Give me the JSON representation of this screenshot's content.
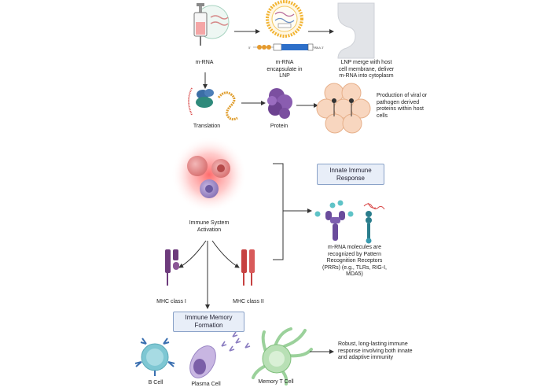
{
  "steps": {
    "mrna": "m-RNA",
    "encapsulate": "m-RNA\nencapsulate in\nLNP",
    "merge": "LNP merge with host\ncell membrane, deliver\nm-RNA into cytoplasm",
    "translation": "Translation",
    "protein": "Protein",
    "production": "Production of viral or\npathogen derived\nproteins within host\ncells",
    "activation": "Immune System\nActivation",
    "mhc1": "MHC class I",
    "mhc2": "MHC class II",
    "memory_box": "Immune Memory\nFormation",
    "innate_box": "Innate Immune\nResponse",
    "prr": "m-RNA molecules are\nrecognized by Pattern\nRecognition Receptors\n(PRRs) (e.g., TLRs, RIG-I,\nMDA5)",
    "bcell": "B Cell",
    "plasma": "Plasma Cell",
    "memoryt": "Memory T  Cell",
    "robust": "Robust, long-lasting immune\nresponse involving both innate\nand adaptive immunity"
  },
  "strand_labels": {
    "five_prime": "5'",
    "three_prime": "3'",
    "poly_a": "AAA"
  },
  "colors": {
    "lnp_gold": "#f2b331",
    "protein_purple": "#7b4fa0",
    "mhc1_purple": "#6d3b7c",
    "mhc2_red": "#c64141",
    "cell_teal": "#7ec7d3",
    "memory_green": "#9bd19b",
    "box_fill": "#e8eef8",
    "activation_glow": "#ff4040"
  }
}
